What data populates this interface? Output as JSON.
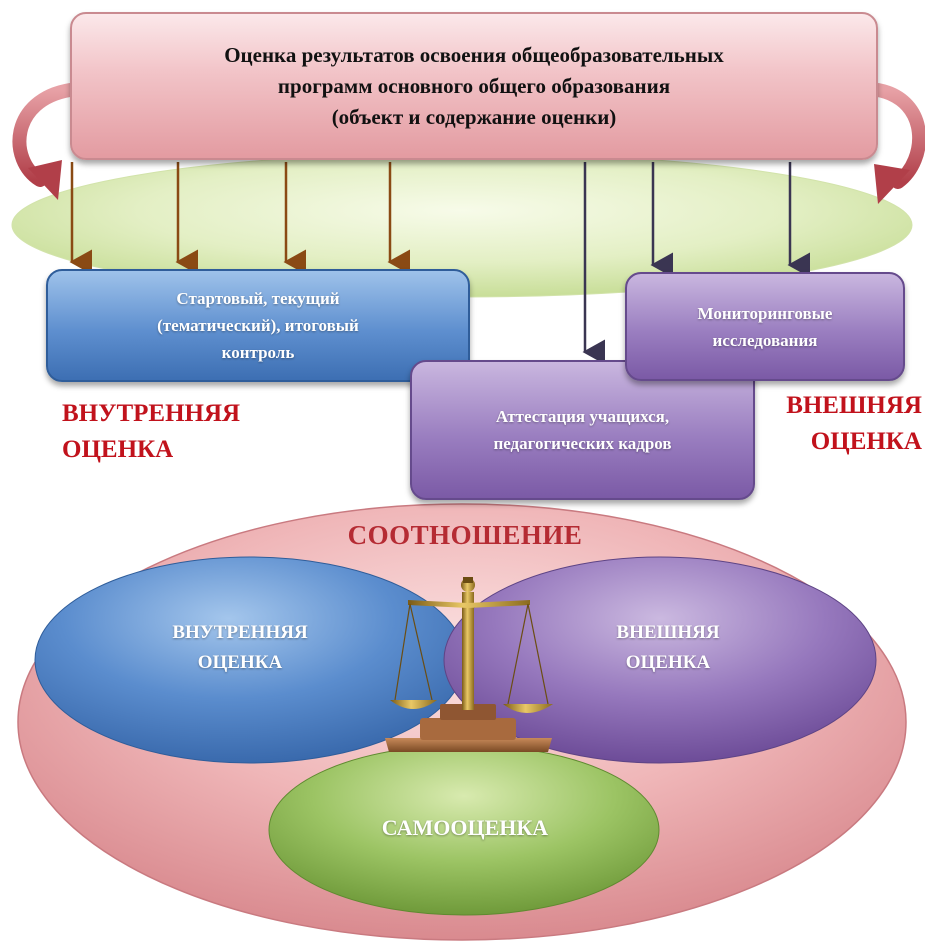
{
  "top_box": {
    "lines": [
      "Оценка результатов освоения общеобразовательных",
      "программ основного общего образования",
      "(объект и содержание оценки)"
    ]
  },
  "internal_control_box": {
    "lines": [
      "Стартовый, текущий",
      "(тематический), итоговый",
      "контроль"
    ]
  },
  "monitoring_box": {
    "lines": [
      "Мониторинговые",
      "исследования"
    ]
  },
  "attestation_box": {
    "lines": [
      "Аттестация учащихся,",
      "педагогических кадров"
    ]
  },
  "internal_label": [
    "ВНУТРЕННЯЯ",
    "ОЦЕНКА"
  ],
  "external_label": [
    "ВНЕШНЯЯ",
    "ОЦЕНКА"
  ],
  "ratio_title": "СООТНОШЕНИЕ",
  "internal_oval": [
    "ВНУТРЕННЯЯ",
    "ОЦЕНКА"
  ],
  "external_oval": [
    "ВНЕШНЯЯ",
    "ОЦЕНКА"
  ],
  "self_assessment": "САМООЦЕНКА",
  "colors": {
    "pink": "#e9a9ae",
    "blue": "#4f80c4",
    "purple": "#8c6bb6",
    "green": "#8fbc5a",
    "red_text": "#c1121c",
    "brown_arrow": "#8a4a14",
    "dark_arrow": "#3a3552"
  }
}
